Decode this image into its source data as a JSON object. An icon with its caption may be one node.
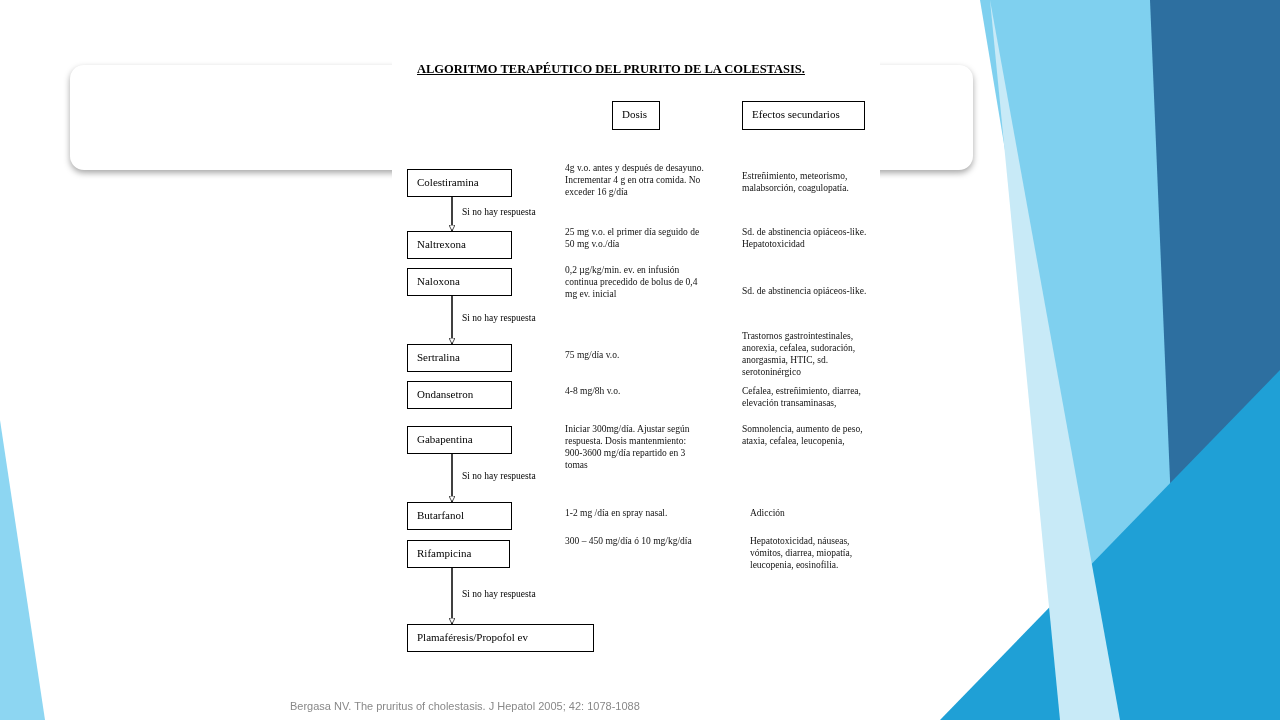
{
  "diagram": {
    "title": "ALGORITMO TERAPÉUTICO DEL PRURITO DE LA COLESTASIS.",
    "caption": "Bergasa NV. The pruritus of cholestasis. J Hepatol 2005; 42: 1078-1088",
    "nodes": [
      {
        "text": [
          "Dosis"
        ]
      },
      {
        "text": [
          "Efectos secundarios"
        ]
      },
      {
        "text": [
          "Colestiramina"
        ]
      },
      {
        "text": [
          "Naltrexona"
        ]
      },
      {
        "text": [
          "Naloxona"
        ]
      },
      {
        "text": [
          "Sertralina"
        ]
      },
      {
        "text": [
          "Ondansetron"
        ]
      },
      {
        "text": [
          "Gabapentina"
        ]
      },
      {
        "text": [
          "Butarfanol"
        ]
      },
      {
        "text": [
          "Rifampicina"
        ]
      },
      {
        "text": [
          "Plamaféresis/Propofol ev"
        ]
      }
    ],
    "edges": [
      {
        "from": 2,
        "to": 3,
        "arrow": "to",
        "label": "Si no hay respuesta"
      },
      {
        "from": 4,
        "to": 5,
        "arrow": "to",
        "label": "Si no hay respuesta"
      },
      {
        "from": 7,
        "to": 8,
        "arrow": "to",
        "label": "Si no hay respuesta"
      },
      {
        "from": 9,
        "to": 10,
        "arrow": "to",
        "label": "Si no hay respuesta"
      }
    ],
    "labels": [
      "4g v.o. antes y después de desayuno. Incrementar 4 g en otra comida. No exceder 16 g/día",
      "Estreñimiento, meteorismo, malabsorción, coagulopatía.",
      "25 mg v.o. el primer día seguido de 50 mg v.o./día",
      "Sd. de abstinencia opiáceos-like. Hepatotoxicidad",
      "0,2 µg/kg/min. ev. en infusión continua precedido de bolus de 0,4 mg ev. inicial",
      "Sd. de abstinencia opiáceos-like.",
      "Trastornos gastrointestinales, anorexia, cefalea, sudoración, anorgasmia, HTIC, sd. serotoninérgico",
      "75 mg/día v.o.",
      "4-8 mg/8h v.o.",
      "Cefalea, estreñimiento, diarrea, elevación transaminasas,",
      "Iniciar 300mg/día. Ajustar según respuesta. Dosis mantenmiento: 900-3600 mg/día repartido en 3 tomas",
      "Somnolencia, aumento de peso, ataxia, cefalea, leucopenia,",
      "1-2 mg /día en spray nasal.",
      "Adicción",
      "300 – 450 mg/día ó 10 mg/kg/día",
      "Hepatotoxicidad, náuseas, vómitos, diarrea, miopatía, leucopenia, eosinofilia."
    ]
  }
}
